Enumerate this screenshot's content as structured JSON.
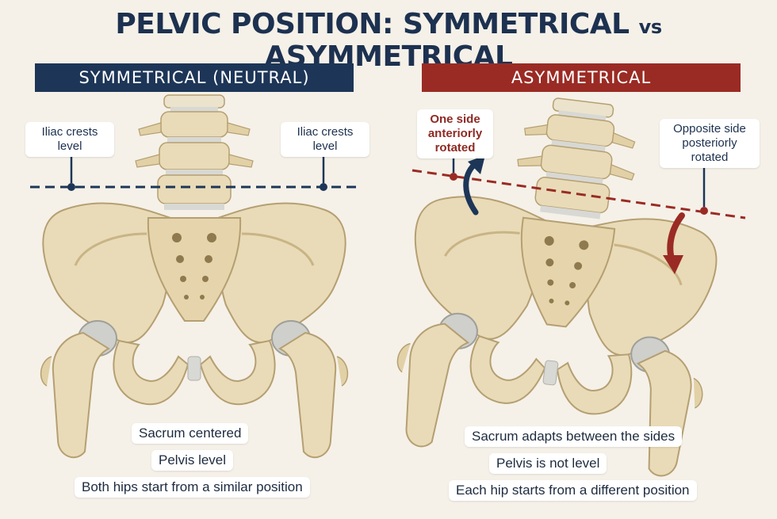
{
  "title_main": "PELVIC POSITION: SYMMETRICAL",
  "title_vs": "vs",
  "title_end": "ASYMMETRICAL",
  "left": {
    "banner": "SYMMETRICAL (NEUTRAL)",
    "callout_left": [
      "Iliac crests",
      "level"
    ],
    "callout_right": [
      "Iliac crests",
      "level"
    ],
    "captions": [
      "Sacrum centered",
      "Pelvis level",
      "Both hips start from a similar position"
    ]
  },
  "right": {
    "banner": "ASYMMETRICAL",
    "callout_left": [
      "One side",
      "anteriorly",
      "rotated"
    ],
    "callout_right": [
      "Opposite side",
      "posteriorly",
      "rotated"
    ],
    "captions": [
      "Sacrum adapts between the sides",
      "Pelvis is not level",
      "Each hip starts from a different position"
    ]
  },
  "colors": {
    "navy": "#1d3658",
    "red": "#9a2b24",
    "bone": "#e9dbb7",
    "bone_shadow": "#c9b486",
    "cartilage": "#d4d4d0"
  }
}
